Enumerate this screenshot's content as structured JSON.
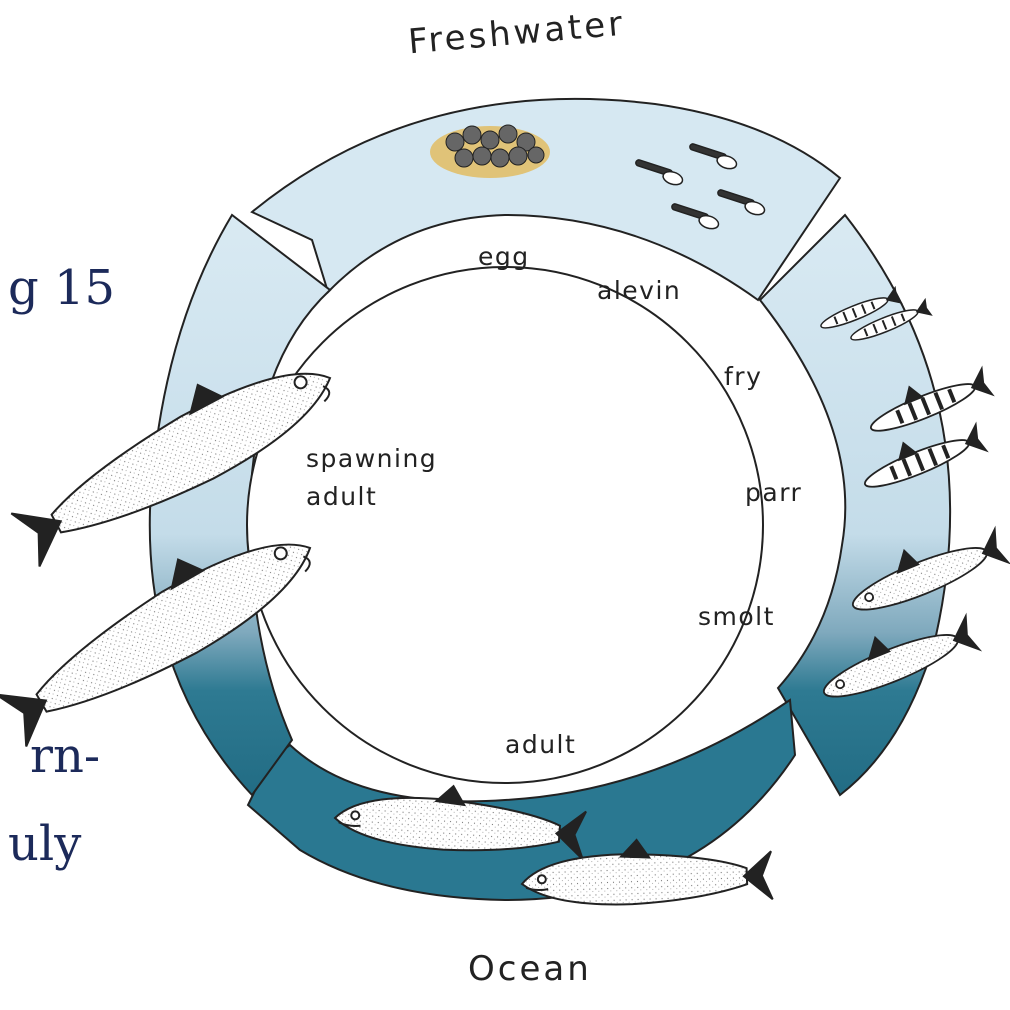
{
  "environments": {
    "top": "Freshwater",
    "bottom": "Ocean"
  },
  "stages": {
    "egg": "egg",
    "alevin": "alevin",
    "fry": "fry",
    "parr": "parr",
    "smolt": "smolt",
    "adult": "adult",
    "spawning": "spawning",
    "spawning_adult": "adult"
  },
  "background_fragments": {
    "frag1": "g 15",
    "frag2": "rn-",
    "frag3": "uly"
  },
  "colors": {
    "freshwater": "#d6e8f1",
    "ocean": "#2a7891",
    "outline": "#222222",
    "fragment_text": "#1c2a5a"
  },
  "icons": [
    "salmon-egg-cluster-icon",
    "alevin-icon",
    "fry-icon",
    "parr-icon",
    "smolt-icon",
    "ocean-adult-salmon-icon",
    "spawning-salmon-icon"
  ]
}
